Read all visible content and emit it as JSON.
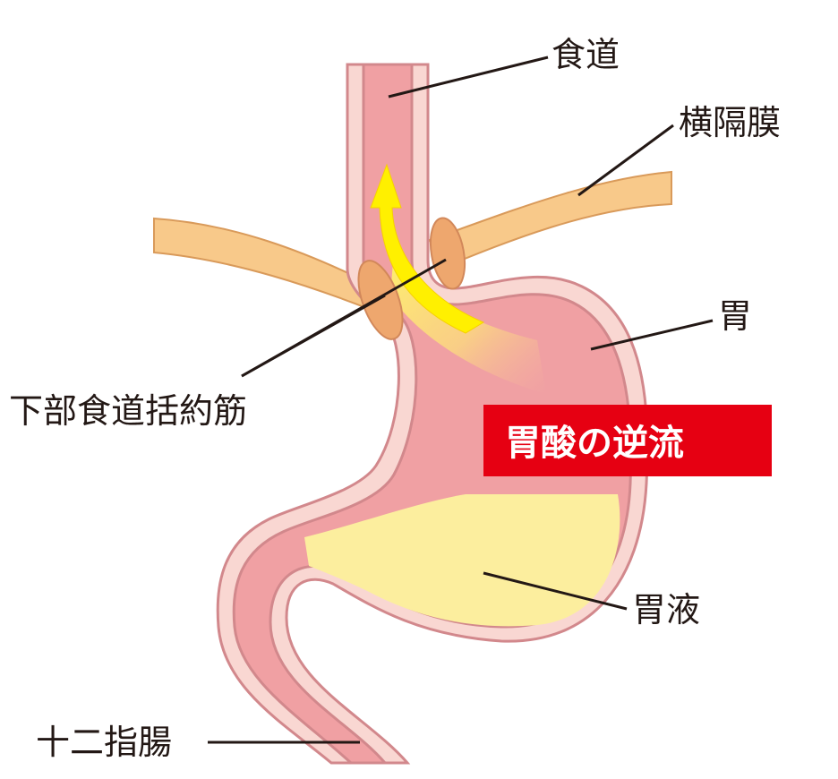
{
  "labels": {
    "esophagus": "食道",
    "diaphragm": "横隔膜",
    "stomach": "胃",
    "les": "下部食道括約筋",
    "gastric_juice": "胃液",
    "duodenum": "十二指腸"
  },
  "banner": {
    "text": "胃酸の逆流",
    "color": "#e60012"
  },
  "colors": {
    "outline": "#d2888c",
    "wall": "#f9d7d2",
    "lumen": "#f0a0a3",
    "juice": "#fcee9e",
    "diaphragm": "#f8c98a",
    "sphincter": "#eea76e",
    "arrow": "#fff000"
  }
}
